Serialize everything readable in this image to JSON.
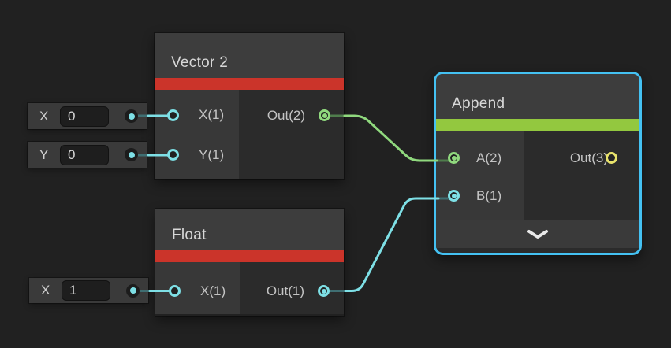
{
  "colors": {
    "canvas_bg": "#212121",
    "red_bar": "#CB342A",
    "green_bar": "#93C83F",
    "selection_blue": "#44C1F2",
    "port_cyan": "#7EE0E6",
    "port_green": "#90D97E",
    "port_yellow": "#E8E26B",
    "wire_cyan": "#7EE0E6",
    "wire_green": "#90D97E",
    "wire_cyan_dim": "#3F6E72",
    "wire_green_dim": "#4F7D4C"
  },
  "nodes": {
    "vector2": {
      "title": "Vector 2",
      "inputs": {
        "x": {
          "label": "X(1)"
        },
        "y": {
          "label": "Y(1)"
        }
      },
      "output": {
        "label": "Out(2)"
      }
    },
    "float": {
      "title": "Float",
      "input": {
        "label": "X(1)"
      },
      "output": {
        "label": "Out(1)"
      }
    },
    "append": {
      "title": "Append",
      "selected": true,
      "inputs": {
        "a": {
          "label": "A(2)"
        },
        "b": {
          "label": "B(1)"
        }
      },
      "output": {
        "label": "Out(3)"
      }
    }
  },
  "fields": {
    "vector2_x": {
      "label": "X",
      "value": "0"
    },
    "vector2_y": {
      "label": "Y",
      "value": "0"
    },
    "float_x": {
      "label": "X",
      "value": "1"
    }
  }
}
